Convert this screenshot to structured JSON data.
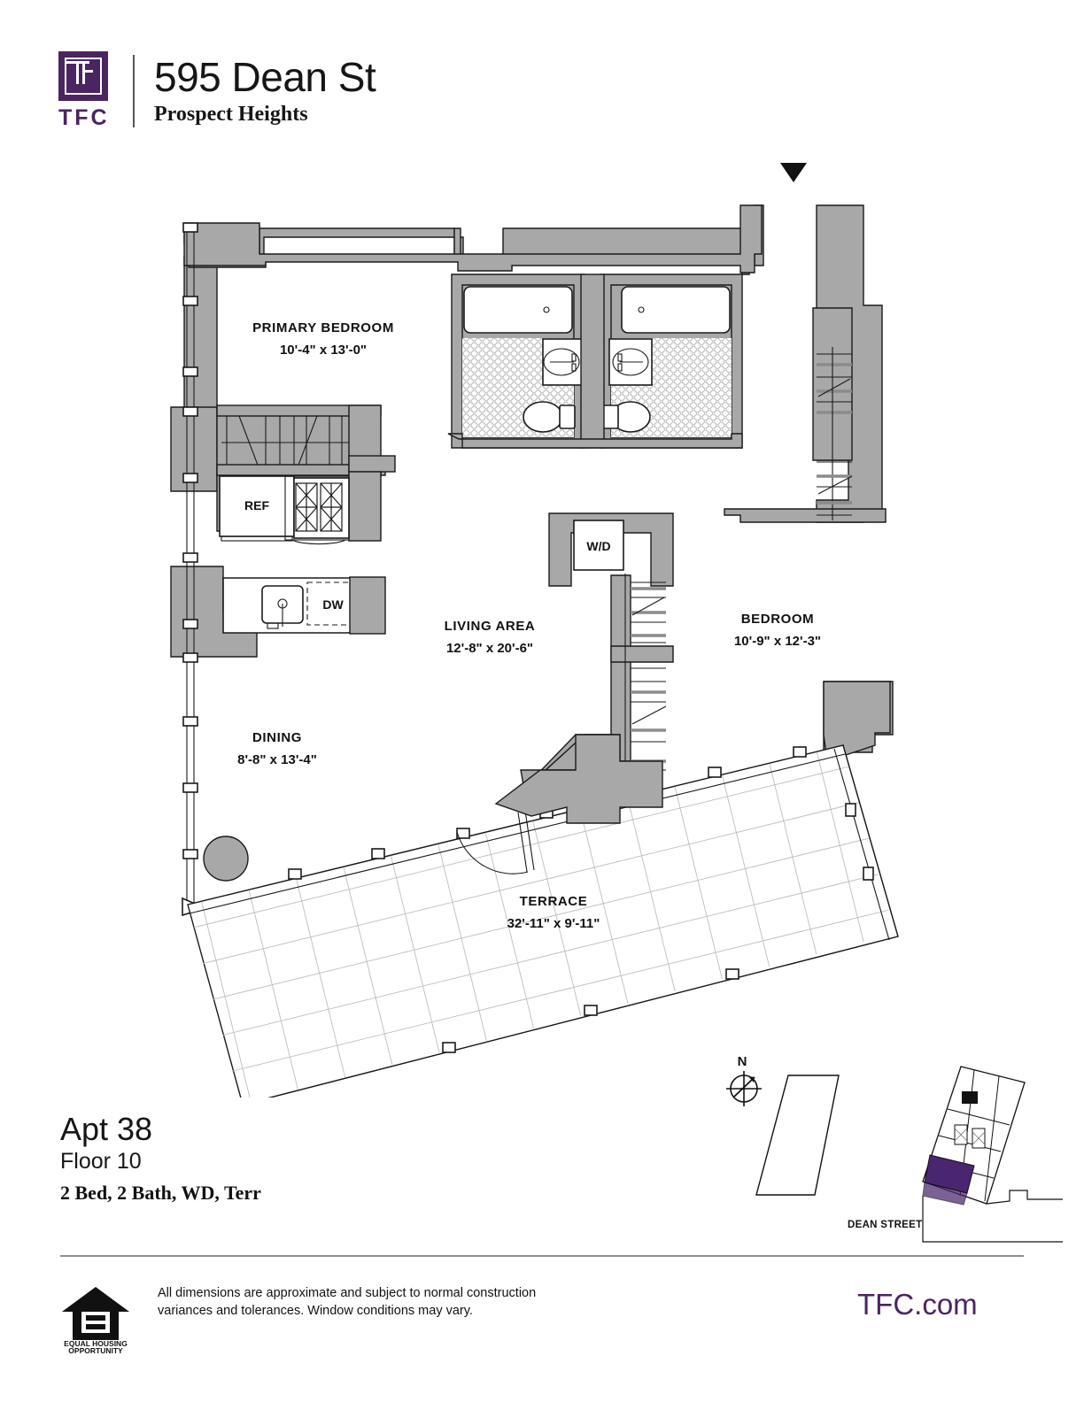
{
  "header": {
    "logo_text": "TFC",
    "building_name": "595 Dean St",
    "neighborhood": "Prospect Heights"
  },
  "plan": {
    "entry_marker": "down-triangle",
    "rooms": [
      {
        "name": "PRIMARY BEDROOM",
        "dims": "10'-4\" x 13'-0\""
      },
      {
        "name": "LIVING AREA",
        "dims": "12'-8\" x 20'-6\""
      },
      {
        "name": "BEDROOM",
        "dims": "10'-9\" x 12'-3\""
      },
      {
        "name": "DINING",
        "dims": "8'-8\" x 13'-4\""
      },
      {
        "name": "TERRACE",
        "dims": "32'-11\" x 9'-11\""
      }
    ],
    "appliances": [
      {
        "label": "REF"
      },
      {
        "label": "DW"
      },
      {
        "label": "W/D"
      }
    ],
    "wall_fill": "#a8a8a8",
    "line_color": "#1a1a1a"
  },
  "unit": {
    "apt": "Apt 38",
    "floor": "Floor 10",
    "config": "2 Bed, 2 Bath, WD, Terr"
  },
  "keyplan": {
    "north_label": "N",
    "street_label": "DEAN STREET",
    "highlight_color": "#4a2570"
  },
  "footer": {
    "eho_line1": "EQUAL HOUSING",
    "eho_line2": "OPPORTUNITY",
    "disclaimer": "All dimensions are approximate and subject to normal construction variances and tolerances. Window conditions may vary.",
    "domain": "TFC.com",
    "brand_color": "#4a2562"
  }
}
